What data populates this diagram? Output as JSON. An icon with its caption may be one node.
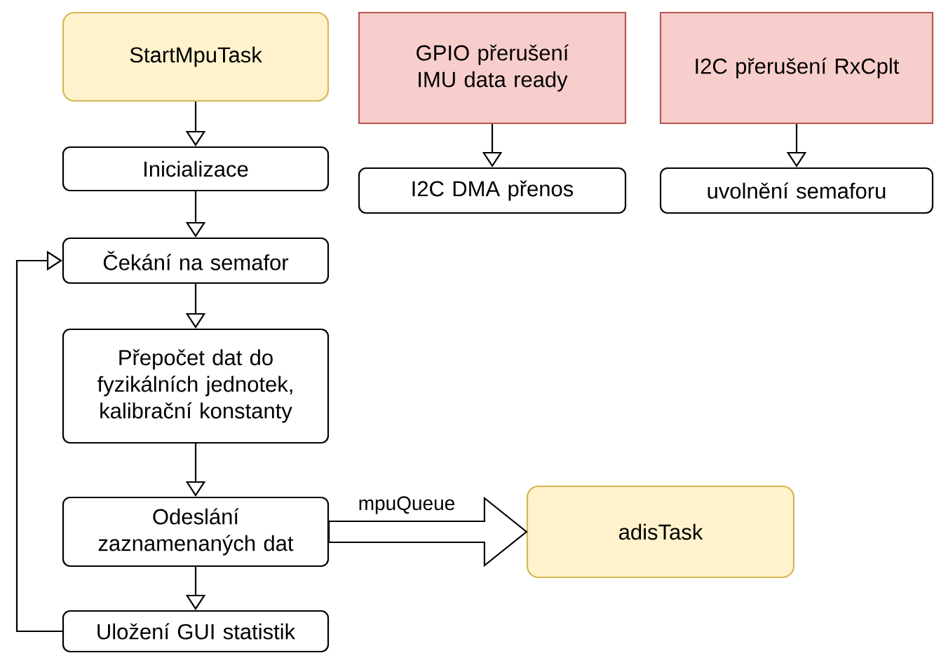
{
  "diagram": {
    "nodes": [
      {
        "text": [
          "StartMpuTask"
        ]
      },
      {
        "text": [
          "Inicializace"
        ]
      },
      {
        "text": [
          "Čekání na semafor"
        ]
      },
      {
        "text": [
          "Přepočet dat do fyzikálních jednotek, kalibrační konstanty"
        ]
      },
      {
        "text": [
          "Odeslání zaznamenaných dat"
        ]
      },
      {
        "text": [
          "Uložení GUI statistik"
        ]
      },
      {
        "text": [
          "GPIO přerušení IMU data ready"
        ]
      },
      {
        "text": [
          "I2C DMA přenos"
        ]
      },
      {
        "text": [
          "I2C přerušení RxCplt"
        ]
      },
      {
        "text": [
          "uvolnění semaforu"
        ]
      },
      {
        "text": [
          "adisTask"
        ]
      }
    ],
    "edges": [
      {
        "from": 0,
        "to": 1,
        "arrow": "to"
      },
      {
        "from": 1,
        "to": 2,
        "arrow": "to"
      },
      {
        "from": 2,
        "to": 3,
        "arrow": "to"
      },
      {
        "from": 3,
        "to": 4,
        "arrow": "to"
      },
      {
        "from": 4,
        "to": 5,
        "arrow": "to"
      },
      {
        "from": 5,
        "to": 2,
        "arrow": "to"
      },
      {
        "from": 6,
        "to": 7,
        "arrow": "to"
      },
      {
        "from": 8,
        "to": 9,
        "arrow": "to"
      },
      {
        "from": 4,
        "to": 10,
        "arrow": "to",
        "label": "mpuQueue",
        "style": "thick"
      }
    ]
  }
}
